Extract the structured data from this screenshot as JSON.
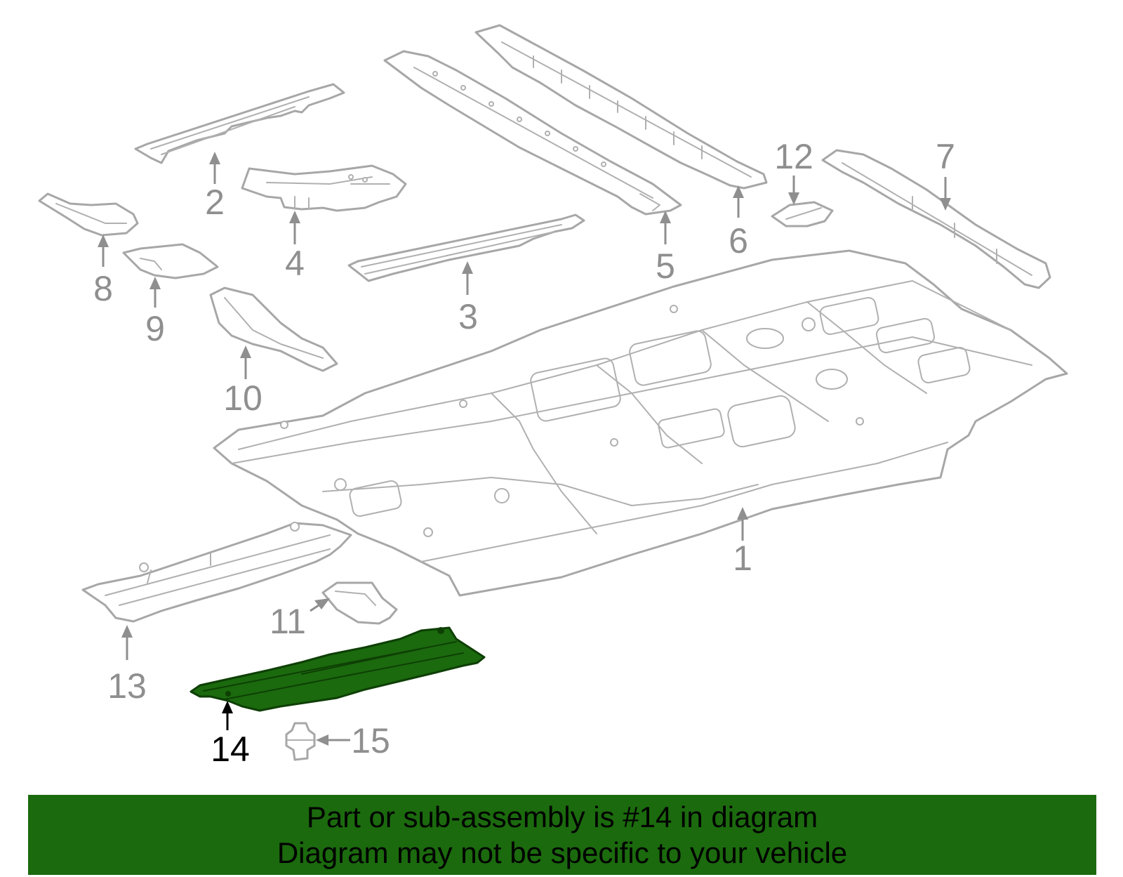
{
  "diagram": {
    "callouts": [
      {
        "id": "1",
        "label": "1"
      },
      {
        "id": "2",
        "label": "2"
      },
      {
        "id": "3",
        "label": "3"
      },
      {
        "id": "4",
        "label": "4"
      },
      {
        "id": "5",
        "label": "5"
      },
      {
        "id": "6",
        "label": "6"
      },
      {
        "id": "7",
        "label": "7"
      },
      {
        "id": "8",
        "label": "8"
      },
      {
        "id": "9",
        "label": "9"
      },
      {
        "id": "10",
        "label": "10"
      },
      {
        "id": "11",
        "label": "11"
      },
      {
        "id": "12",
        "label": "12"
      },
      {
        "id": "13",
        "label": "13"
      },
      {
        "id": "14",
        "label": "14"
      },
      {
        "id": "15",
        "label": "15"
      }
    ],
    "highlighted_part": "14",
    "colors": {
      "part_outline": "#a7a7a7",
      "callout_text": "#8f8f8f",
      "highlight_fill": "#1b6a0e",
      "highlight_outline": "#0e3f05",
      "highlight_label": "#000000"
    }
  },
  "banner": {
    "line1": "Part or sub-assembly is #14 in diagram",
    "line2": "Diagram may not be specific to your vehicle",
    "background": "#1b6a0e",
    "text_color": "#000000"
  }
}
